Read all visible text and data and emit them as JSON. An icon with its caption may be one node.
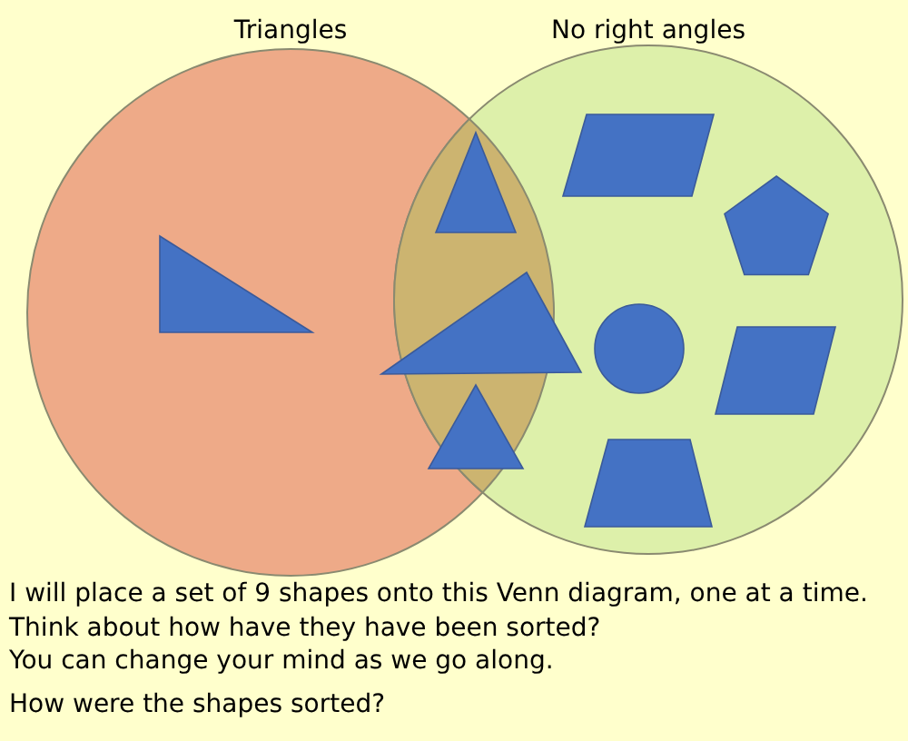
{
  "diagram": {
    "nodes": [
      {
        "text": [
          "Triangles"
        ]
      },
      {
        "text": [
          "No right angles"
        ]
      },
      {
        "text": [],
        "shape": "triangle",
        "in": 0
      },
      {
        "text": [],
        "shape": "triangle"
      },
      {
        "text": [],
        "shape": "triangle"
      },
      {
        "text": [],
        "shape": "triangle"
      },
      {
        "text": [],
        "shape": "parallelogram",
        "in": 1
      },
      {
        "text": [],
        "shape": "pentagon",
        "in": 1
      },
      {
        "text": [],
        "shape": "circle",
        "in": 1
      },
      {
        "text": [],
        "shape": "parallelogram",
        "in": 1
      },
      {
        "text": [],
        "shape": "trapezoid",
        "in": 1
      }
    ],
    "edges": [],
    "labels": [
      "I will place a set of 9 shapes onto this Venn diagram, one at a time.",
      "Think about how have they have been sorted?",
      "You can change your mind as we go along.",
      "How were the shapes sorted?"
    ]
  }
}
